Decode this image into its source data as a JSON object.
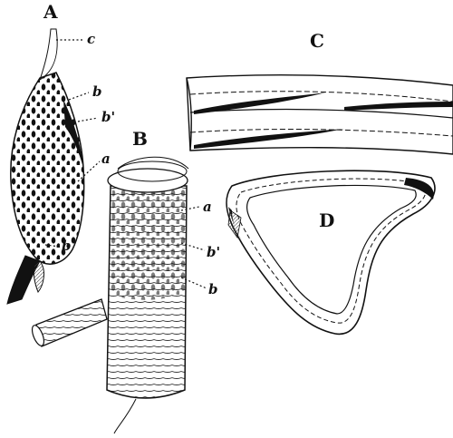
{
  "figure": {
    "panels": [
      {
        "id": "A",
        "label": "A"
      },
      {
        "id": "B",
        "label": "B"
      },
      {
        "id": "C",
        "label": "C"
      },
      {
        "id": "D",
        "label": "D"
      }
    ],
    "panel_a_callouts": {
      "c": "c",
      "b": "b",
      "b_prime": "b'",
      "a": "a",
      "b_lower": "b"
    },
    "panel_b_callouts": {
      "a": "a",
      "b_prime": "b'",
      "b": "b"
    }
  }
}
